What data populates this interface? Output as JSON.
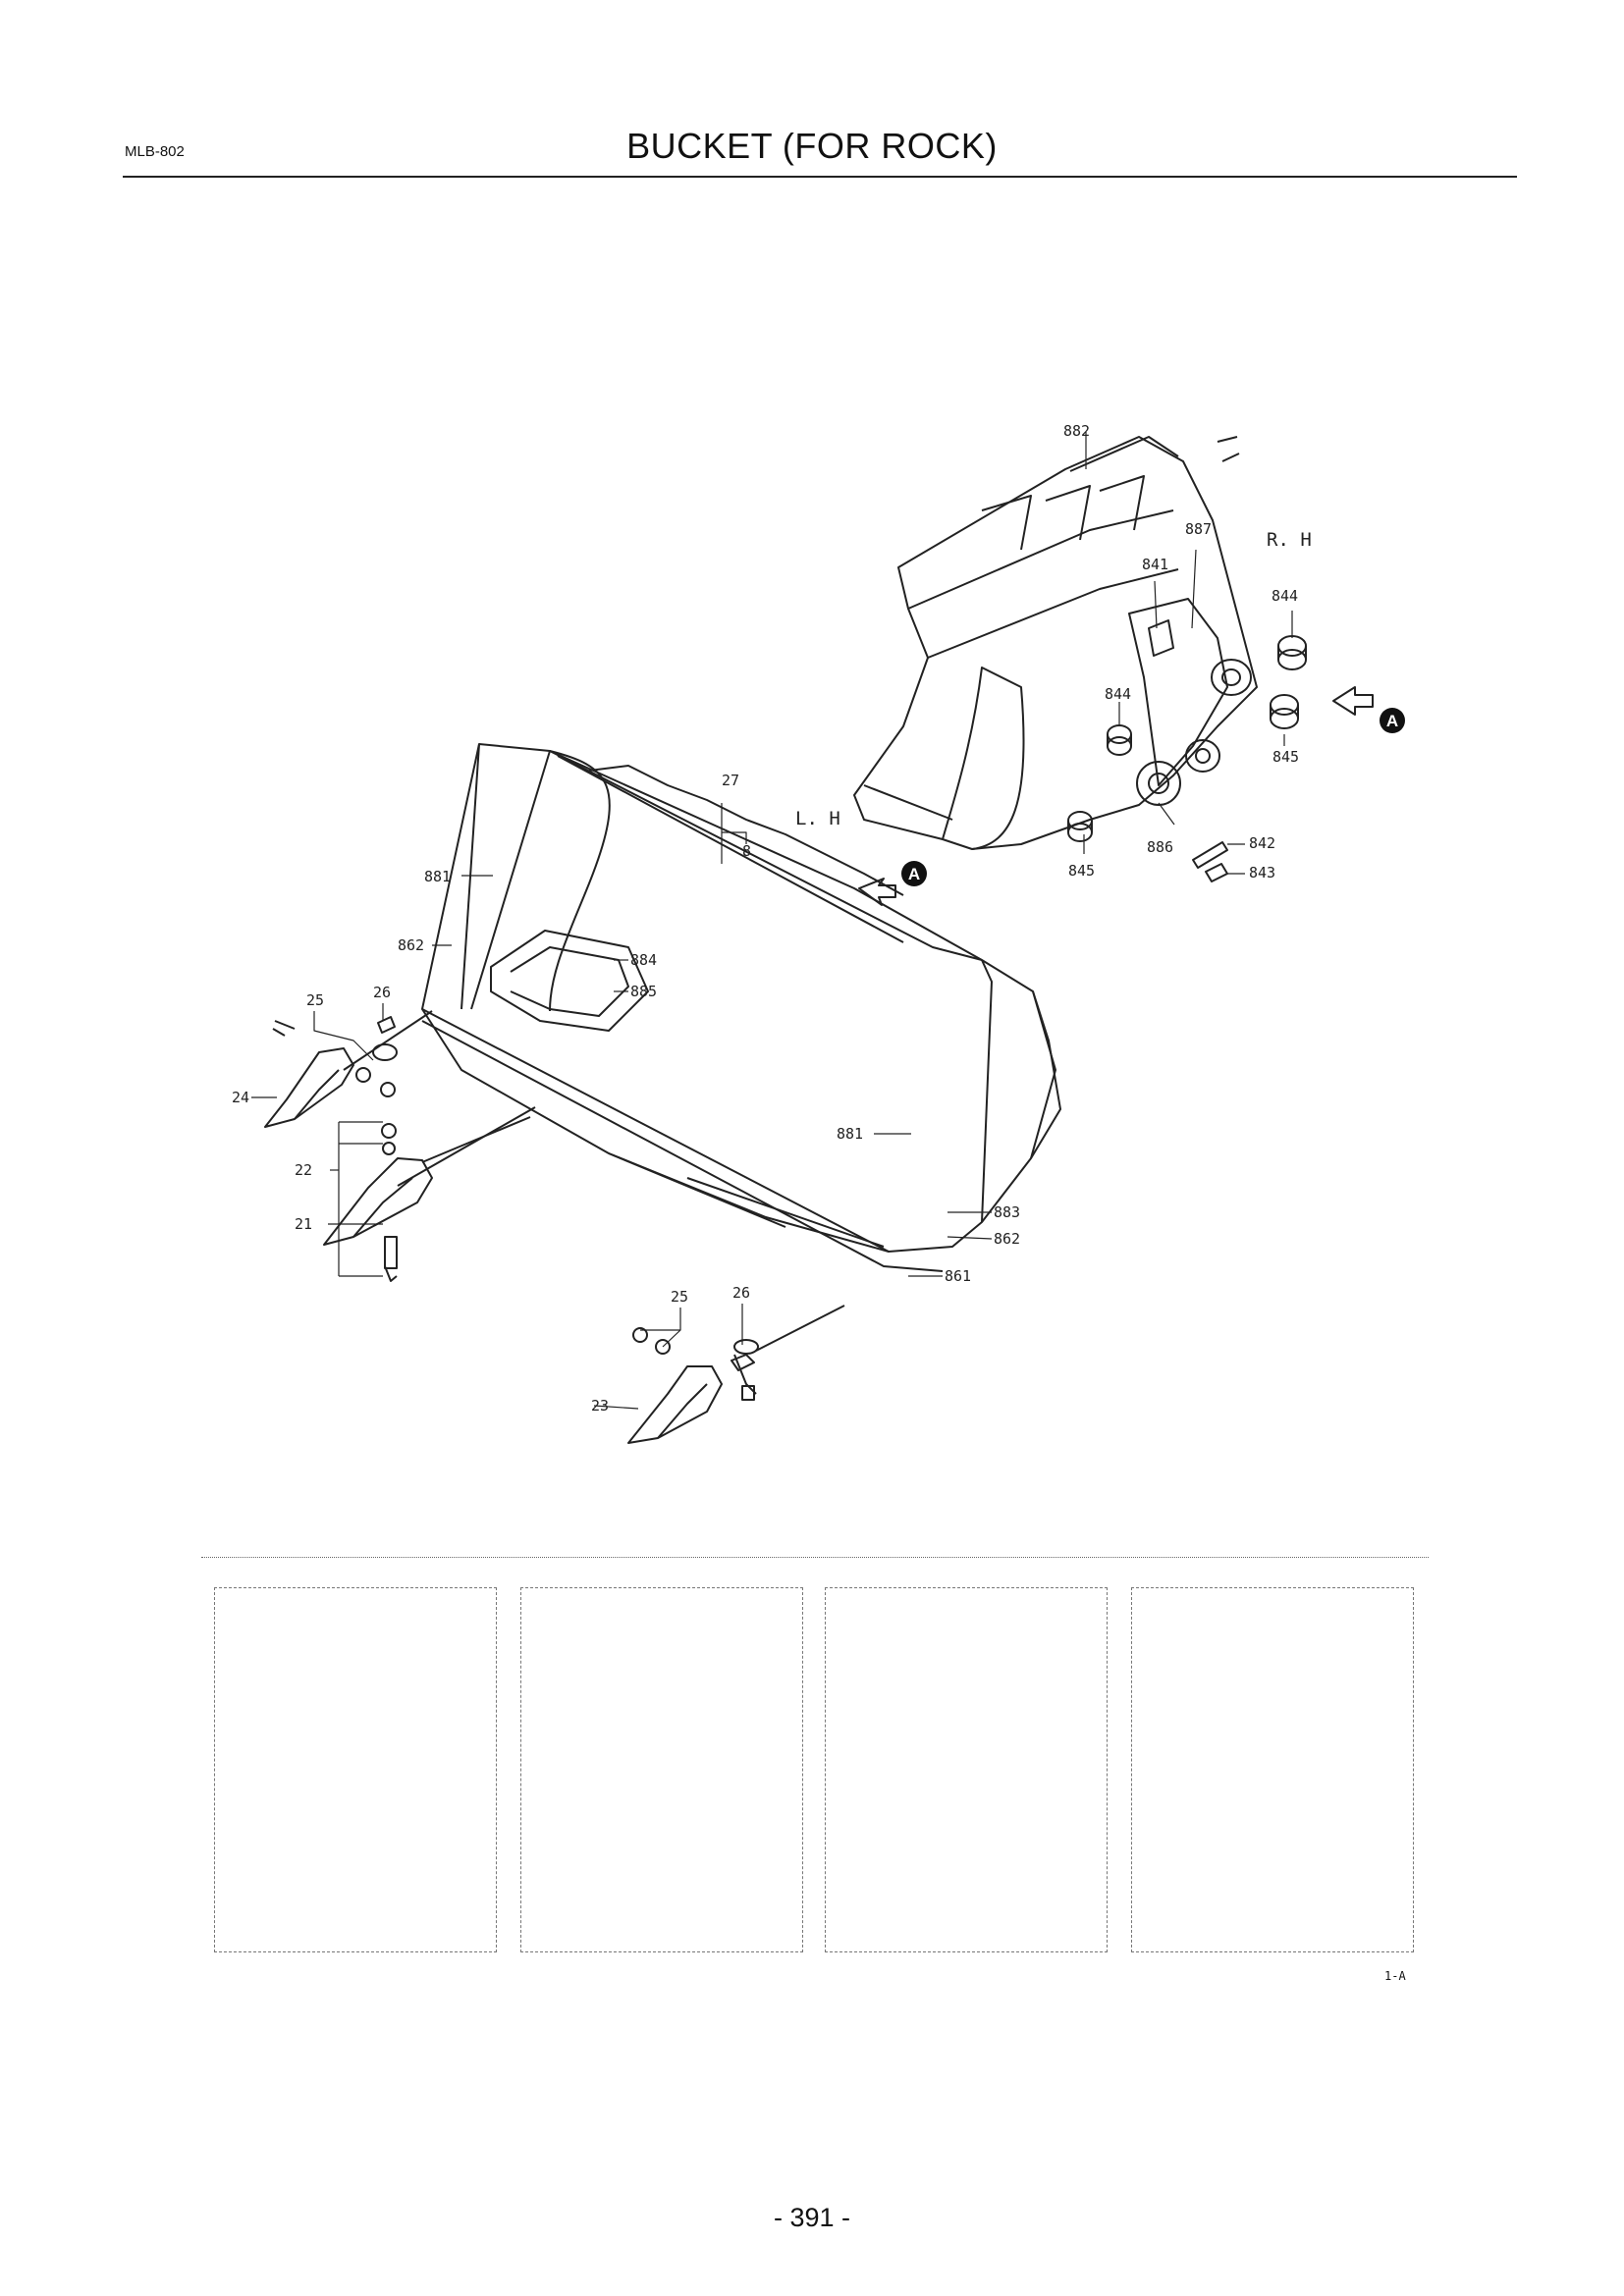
{
  "header": {
    "code": "MLB-802",
    "title": "BUCKET (FOR ROCK)"
  },
  "diagram": {
    "side_labels": {
      "right": "R. H",
      "left": "L. H"
    },
    "view_marker": "A",
    "callouts": {
      "c882": "882",
      "c887": "887",
      "c841": "841",
      "c844a": "844",
      "c844b": "844",
      "c845a": "845",
      "c845b": "845",
      "c886": "886",
      "c842": "842",
      "c843": "843",
      "c27": "27",
      "c8": "8",
      "c881a": "881",
      "c881b": "881",
      "c862a": "862",
      "c862b": "862",
      "c884": "884",
      "c885": "885",
      "c883": "883",
      "c861": "861",
      "c25a": "25",
      "c26a": "26",
      "c24": "24",
      "c22": "22",
      "c21": "21",
      "c25b": "25",
      "c26b": "26",
      "c23": "23"
    }
  },
  "notes": {
    "figure_ref": "1-A"
  },
  "footer": {
    "page_number": "- 391 -"
  }
}
